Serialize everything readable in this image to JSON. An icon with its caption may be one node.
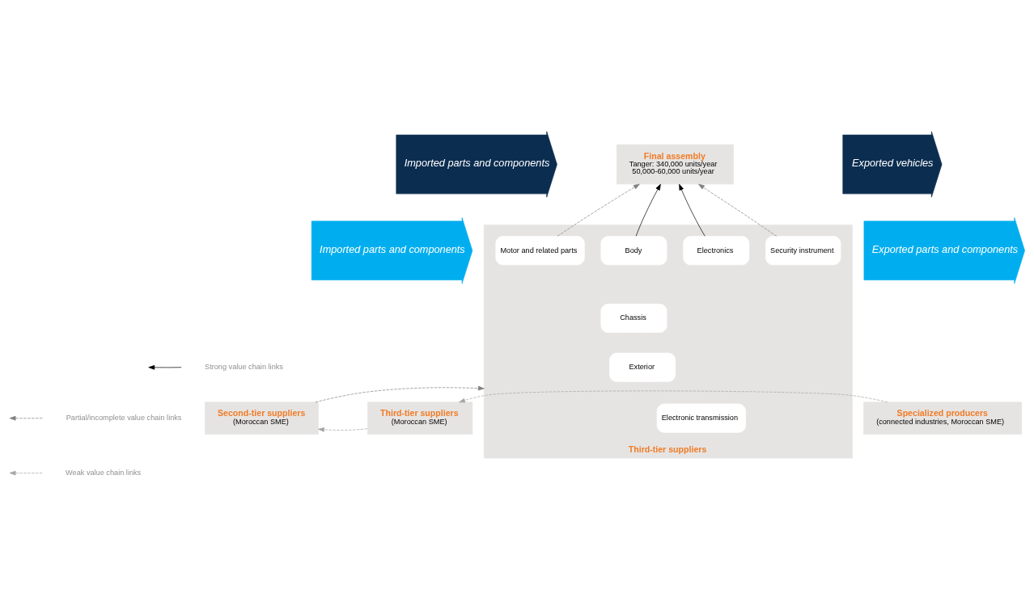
{
  "diagram": {
    "nodes": [
      {
        "text": [
          "Imported parts and components"
        ]
      },
      {
        "text": [
          "Final assembly",
          "Tanger: 340,000 units/year",
          "50,000-60,000 units/year"
        ]
      },
      {
        "text": [
          "Exported vehicles"
        ]
      },
      {
        "text": [
          "Imported parts and components"
        ]
      },
      {
        "text": [
          "Third-tier suppliers"
        ]
      },
      {
        "text": [
          "Motor and related parts"
        ],
        "in": 4
      },
      {
        "text": [
          "Body"
        ],
        "in": 4
      },
      {
        "text": [
          "Electronics"
        ],
        "in": 4
      },
      {
        "text": [
          "Security instrument"
        ],
        "in": 4
      },
      {
        "text": [
          "Chassis"
        ],
        "in": 4
      },
      {
        "text": [
          "Exterior"
        ],
        "in": 4
      },
      {
        "text": [
          "Electronic transmission"
        ],
        "in": 4
      },
      {
        "text": [
          "Exported parts and components"
        ]
      },
      {
        "text": [
          "Second-tier suppliers",
          "(Moroccan SME)"
        ]
      },
      {
        "text": [
          "Third-tier suppliers",
          "(Moroccan SME)"
        ]
      },
      {
        "text": [
          "Specialized producers",
          "(connected industries, Moroccan SME)"
        ]
      }
    ],
    "edges": [
      {
        "from": 5,
        "to": 1,
        "arrow": "to",
        "style": "dashed"
      },
      {
        "from": 6,
        "to": 1,
        "arrow": "to",
        "color": "#000000"
      },
      {
        "from": 7,
        "to": 1,
        "arrow": "to",
        "color": "#000000"
      },
      {
        "from": 8,
        "to": 1,
        "arrow": "to",
        "style": "dashed"
      },
      {
        "from": 13,
        "to": 4,
        "arrow": "to",
        "style": "dashed"
      },
      {
        "from": 14,
        "to": 13,
        "arrow": "to",
        "style": "dashed",
        "color": "#a6a6a6"
      },
      {
        "from": 15,
        "to": 14,
        "arrow": "to",
        "style": "dashed",
        "color": "#a6a6a6"
      }
    ],
    "legend": [
      {
        "text": "Strong value chain links"
      },
      {
        "text": "Partial/incomplete value chain links"
      },
      {
        "text": "Weak value chain links"
      }
    ]
  }
}
